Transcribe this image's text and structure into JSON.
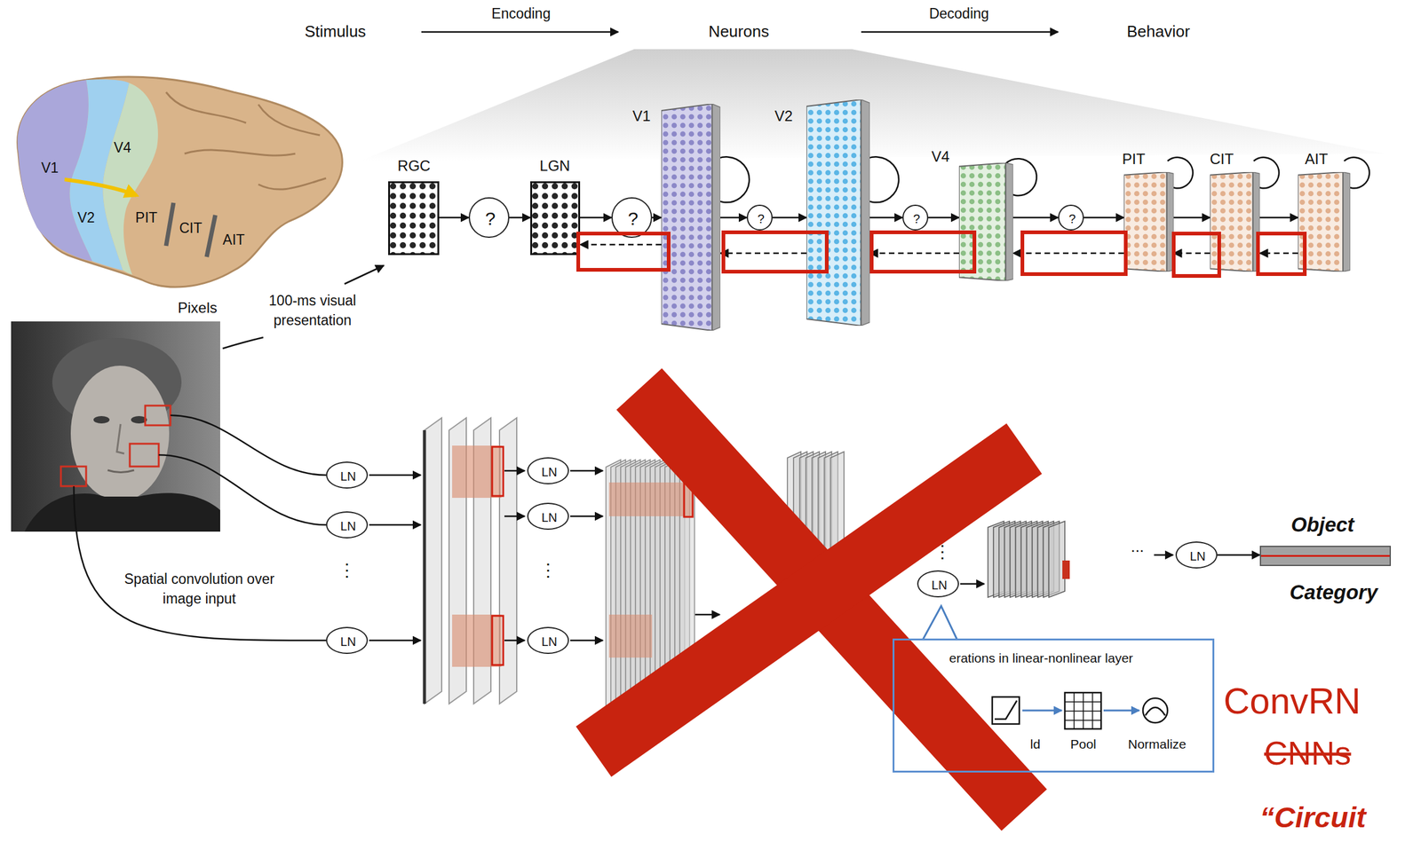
{
  "diagram": {
    "nodes": [
      {
        "text": [
          "RGC"
        ]
      },
      {
        "text": [
          "?"
        ]
      },
      {
        "text": [
          "LGN"
        ]
      },
      {
        "text": [
          "?"
        ]
      },
      {
        "text": [
          "V1"
        ]
      },
      {
        "text": [
          "?"
        ]
      },
      {
        "text": [
          "V2"
        ]
      },
      {
        "text": [
          "?"
        ]
      },
      {
        "text": [
          "V4"
        ]
      },
      {
        "text": [
          "?"
        ]
      },
      {
        "text": [
          "PIT"
        ]
      },
      {
        "text": [
          "CIT"
        ]
      },
      {
        "text": [
          "AIT"
        ]
      },
      {
        "text": [
          "Pixels"
        ]
      },
      {
        "text": [
          "LN"
        ]
      },
      {
        "text": [
          "LN"
        ]
      },
      {
        "text": [
          "LN"
        ]
      },
      {
        "text": [
          "LN"
        ]
      },
      {
        "text": [
          "LN"
        ]
      },
      {
        "text": [
          "LN"
        ]
      },
      {
        "text": [
          "LN"
        ]
      },
      {
        "text": [
          "erations in linear-nonlinear layer",
          "ld",
          "Pool",
          "Normalize"
        ]
      },
      {
        "text": [
          "LN"
        ]
      },
      {
        "text": [
          "Object",
          "Category"
        ]
      }
    ],
    "edges": [
      {
        "from": 0,
        "to": 1,
        "arrow": "to"
      },
      {
        "from": 1,
        "to": 2,
        "arrow": "to"
      },
      {
        "from": 2,
        "to": 3,
        "arrow": "to"
      },
      {
        "from": 3,
        "to": 4,
        "arrow": "to"
      },
      {
        "from": 4,
        "to": 5,
        "arrow": "to"
      },
      {
        "from": 5,
        "to": 6,
        "arrow": "to"
      },
      {
        "from": 6,
        "to": 7,
        "arrow": "to"
      },
      {
        "from": 7,
        "to": 8,
        "arrow": "to"
      },
      {
        "from": 8,
        "to": 9,
        "arrow": "to"
      },
      {
        "from": 9,
        "to": 10,
        "arrow": "to"
      },
      {
        "from": 10,
        "to": 11,
        "arrow": "to"
      },
      {
        "from": 11,
        "to": 12,
        "arrow": "to"
      },
      {
        "from": 4,
        "to": 2,
        "arrow": "to"
      },
      {
        "from": 6,
        "to": 4,
        "arrow": "to"
      },
      {
        "from": 8,
        "to": 6,
        "arrow": "to"
      },
      {
        "from": 10,
        "to": 8,
        "arrow": "to"
      },
      {
        "from": 11,
        "to": 10,
        "arrow": "to"
      },
      {
        "from": 12,
        "to": 11,
        "arrow": "to"
      },
      {
        "from": 13,
        "to": 14,
        "arrow": "none"
      },
      {
        "from": 13,
        "to": 15,
        "arrow": "none"
      },
      {
        "from": 13,
        "to": 16,
        "arrow": "none"
      },
      {
        "from": 22,
        "to": 23,
        "arrow": "to"
      }
    ],
    "labels": [
      "Stimulus",
      "Encoding",
      "Neurons",
      "Decoding",
      "Behavior",
      "V1",
      "V4",
      "V2",
      "PIT",
      "CIT",
      "AIT",
      "100-ms visual presentation",
      "Spatial convolution over image input",
      "⋮",
      "⋮",
      "⋮",
      "...",
      "ConvRN",
      "CNNs",
      "“Circuit"
    ]
  }
}
